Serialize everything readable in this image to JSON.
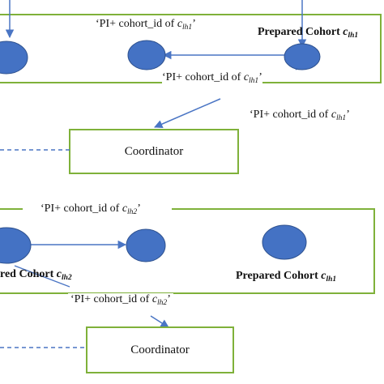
{
  "colors": {
    "green": "#7fb13a",
    "node_fill": "#4472c4",
    "node_stroke": "#2f528f",
    "arrow": "#4a75c4"
  },
  "labels": {
    "top_left_pi": {
      "prefix": "‘PI+ cohort_id of ",
      "c": "c",
      "sub": "lh1",
      "suffix": "’"
    },
    "top_prepared": {
      "prefix": "Prepared Cohort ",
      "c": "c",
      "sub": "lh1"
    },
    "top_mid_pi": {
      "prefix": "‘PI+ cohort_id of ",
      "c": "c",
      "sub": "lh1",
      "suffix": "’"
    },
    "top_right_pi": {
      "prefix": "‘PI+ cohort_id of ",
      "c": "c",
      "sub": "lh1",
      "suffix": "’"
    },
    "coordinator_1": "Coordinator",
    "mid_pi": {
      "prefix": "‘PI+ cohort_id of ",
      "c": "c",
      "sub": "lh2",
      "suffix": "’"
    },
    "bottom_left_prepared": {
      "prefix": "red Cohort ",
      "c": "c",
      "sub": "lh2"
    },
    "bottom_right_prepared": {
      "prefix": "Prepared Cohort ",
      "c": "c",
      "sub": "lh1"
    },
    "bottom_pi": {
      "prefix": "‘PI+ cohort_id of ",
      "c": "c",
      "sub": "lh2",
      "suffix": "’"
    },
    "coordinator_2": "Coordinator"
  }
}
